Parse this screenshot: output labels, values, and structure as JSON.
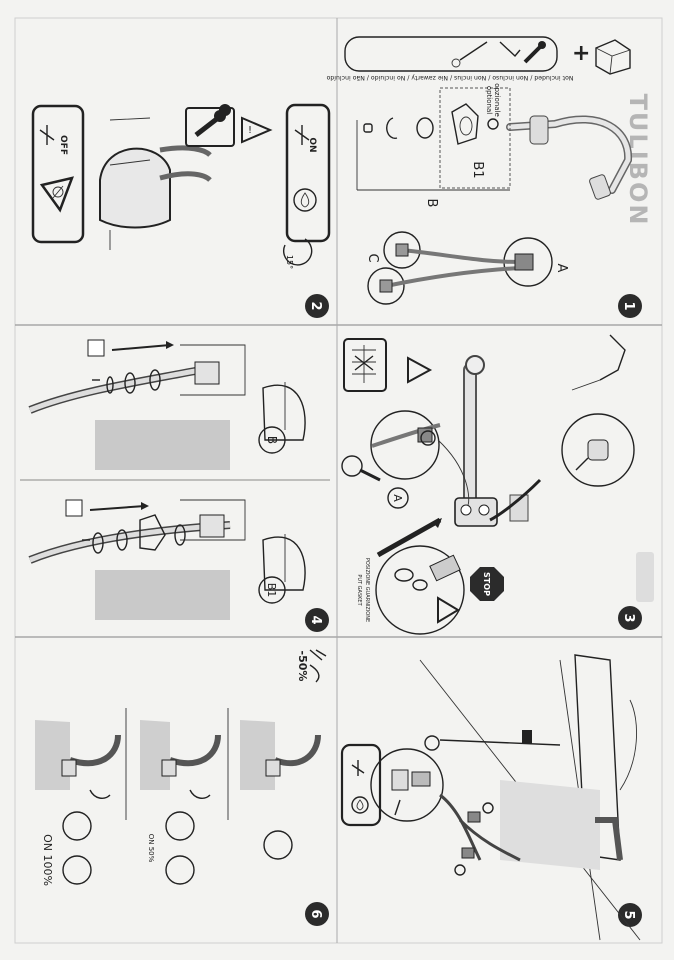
{
  "brand": "TULIBON",
  "panels": [
    {
      "number": "1",
      "labels": {
        "A": "A",
        "B": "B",
        "B1": "B1",
        "C": "C"
      },
      "optional_it": "opzionale",
      "optional_en": "optional",
      "not_included": "Not included / Non incluso / Non inclus / Nie zawarty / No incluido / Não incluído"
    },
    {
      "number": "2",
      "off": "OFF",
      "on": "ON",
      "angle": "15°"
    },
    {
      "number": "3",
      "label_a": "A",
      "stop": "STOP",
      "gasket_it": "POSIZIONE GUARNIZIONE",
      "gasket_en": "PUT GASKET"
    },
    {
      "number": "4",
      "label_b": "B",
      "label_b1": "B1"
    },
    {
      "number": "5"
    },
    {
      "number": "6",
      "flow_reduction": "-50%",
      "on_50": "ON 50%",
      "on_100": "ON 100%"
    }
  ],
  "colors": {
    "paper": "#f3f3f1",
    "ink": "#222222",
    "badge": "#2b2b2b",
    "shade": "#c9c9c9"
  }
}
